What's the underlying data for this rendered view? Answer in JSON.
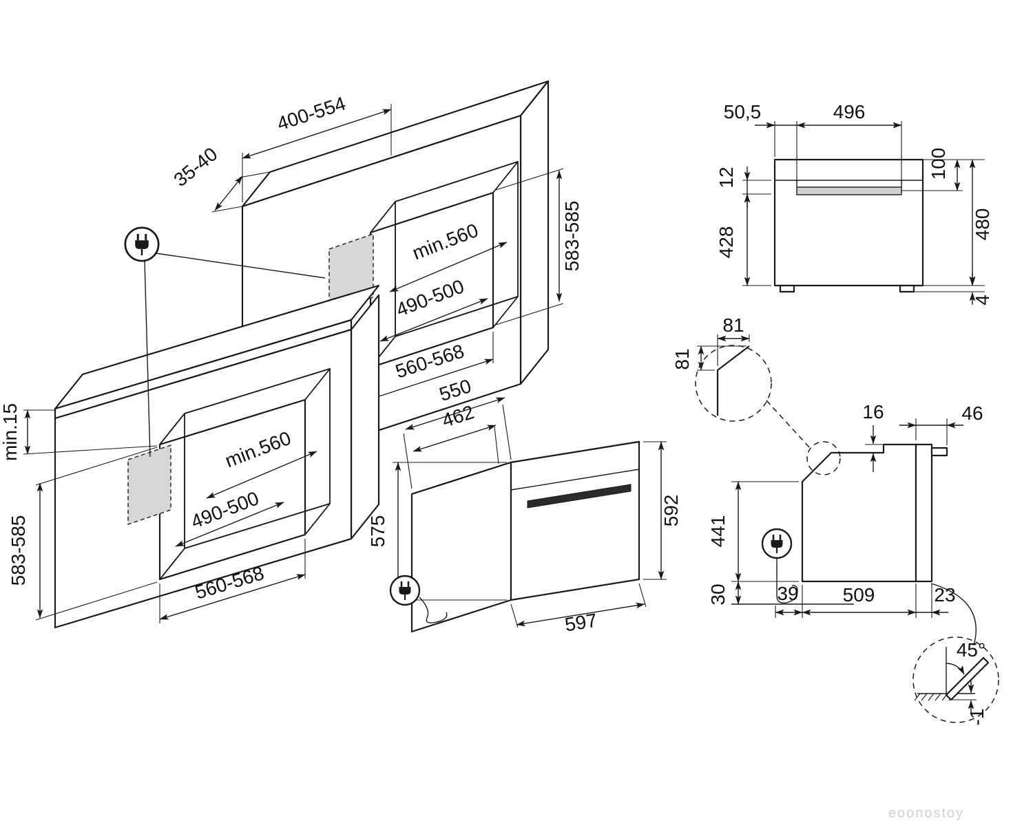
{
  "cabinets": {
    "tall": {
      "top_width": "400-554",
      "side_gap": "35-40",
      "depth": "min.560",
      "inner_width": "490-500",
      "niche_height": "583-585",
      "niche_width": "560-568"
    },
    "base": {
      "top_clearance": "min.15",
      "depth": "min.560",
      "inner_width": "490-500",
      "niche_height": "583-585",
      "niche_width": "560-568"
    }
  },
  "oven": {
    "depth_total": "550",
    "depth_body": "462",
    "body_height": "575",
    "front_height": "592",
    "width": "597"
  },
  "rear_view": {
    "offset_left": "50,5",
    "cable_span": "496",
    "top_offset": "100",
    "strip_height": "12",
    "lower_height": "428",
    "total_height": "480",
    "feet_height": "4"
  },
  "side_view": {
    "chamfer_width": "81",
    "chamfer_height": "81",
    "top_step": "16",
    "handle_depth": "46",
    "rear_height": "441",
    "bottom_gap": "30",
    "cord_offset": "39",
    "body_depth": "509",
    "door_thickness": "23",
    "door_angle": "45°",
    "door_offset": "-1"
  },
  "watermark": "eoonostoy"
}
